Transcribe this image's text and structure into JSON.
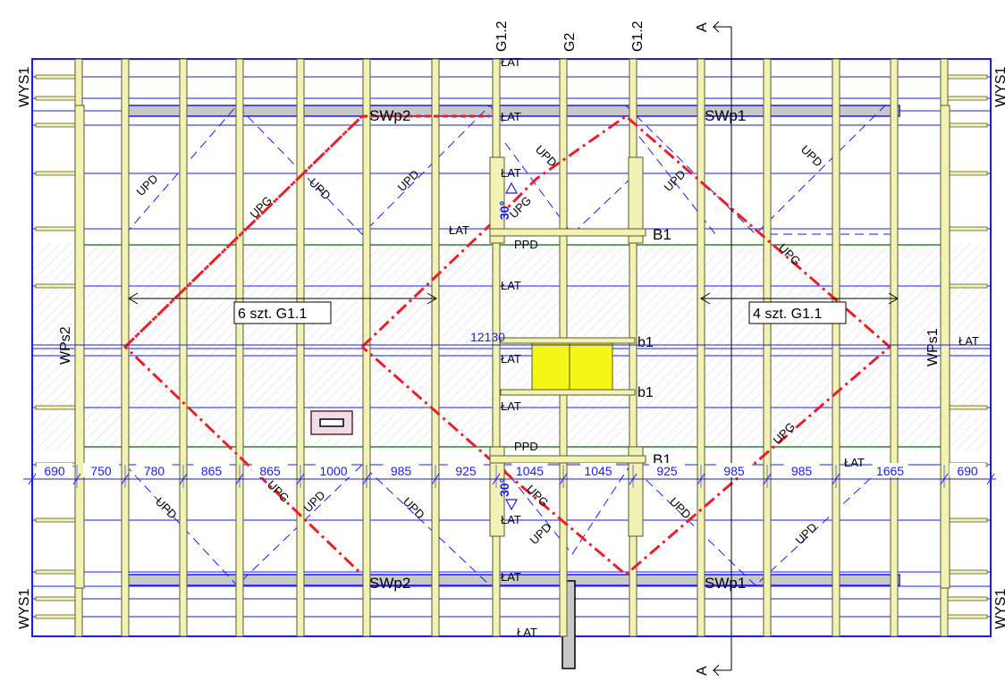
{
  "grid_labels": {
    "g12_left": "G1.2",
    "g2": "G2",
    "g12_right": "G1.2"
  },
  "section_marks": {
    "top": "A",
    "bottom": "A"
  },
  "wall_labels": {
    "wys1": "WYS1",
    "wps2": "WPs2",
    "wps1": "WPs1"
  },
  "beam_labels": {
    "swp2": "SWp2",
    "swp1": "SWp1",
    "b1_upper": "B1",
    "b1_lower": "B1",
    "b1_small_1": "b1",
    "b1_small_2": "b1"
  },
  "member_tags": {
    "lat": "ŁAT",
    "ppd": "PPD",
    "upd": "UPD",
    "upg": "UPG"
  },
  "angles": {
    "top": "30°",
    "bottom": "30°"
  },
  "count_labels": {
    "left": "6 szt. G1.1",
    "right": "4 szt. G1.1"
  },
  "dimension_row": [
    "690",
    "750",
    "780",
    "865",
    "865",
    "1000",
    "985",
    "925",
    "1045",
    "1045",
    "925",
    "985",
    "985",
    "1665",
    "690"
  ],
  "overall_dimension": "12130",
  "colors": {
    "frame_blue": "#1a1aff",
    "timber_fill": "#f2f2b4",
    "timber_stroke": "#5a5a2a",
    "diag_red": "#e8202a",
    "green_line": "#2a8a2a",
    "opening_yellow": "#f5f516",
    "beam_grey": "#c8c8c8"
  }
}
